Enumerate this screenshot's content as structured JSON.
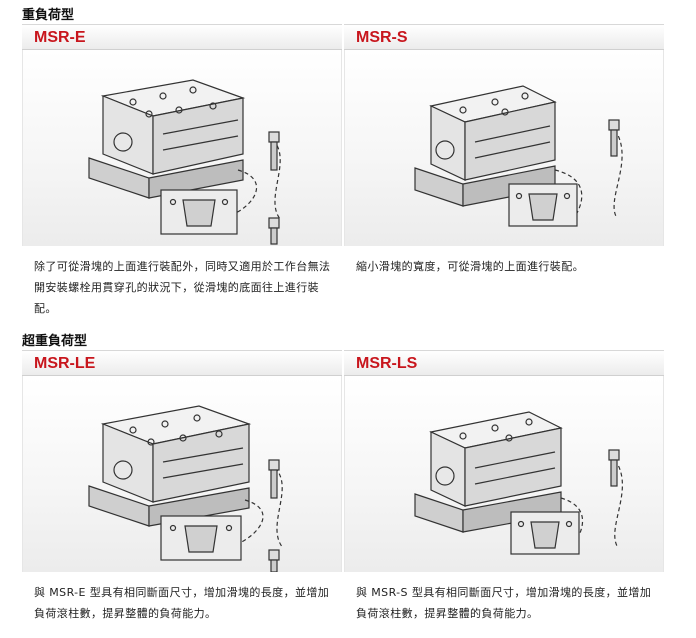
{
  "sections": [
    {
      "title": "重負荷型",
      "cards": [
        {
          "model": "MSR-E",
          "description": "除了可從滑塊的上面進行裝配外，同時又適用於工作台無法開安裝螺栓用貫穿孔的狀況下，從滑塊的底面往上進行裝配。"
        },
        {
          "model": "MSR-S",
          "description": "縮小滑塊的寬度，可從滑塊的上面進行裝配。"
        }
      ]
    },
    {
      "title": "超重負荷型",
      "cards": [
        {
          "model": "MSR-LE",
          "description": "與 MSR-E 型具有相同斷面尺寸，增加滑塊的長度，並增加負荷滾柱數，提昇整體的負荷能力。"
        },
        {
          "model": "MSR-LS",
          "description": "與 MSR-S 型具有相同斷面尺寸，增加滑塊的長度，並增加負荷滾柱數，提昇整體的負荷能力。"
        }
      ]
    }
  ]
}
